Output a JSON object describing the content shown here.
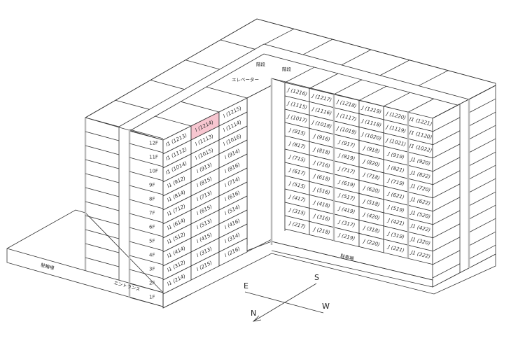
{
  "floors": [
    "12F",
    "11F",
    "10F",
    "9F",
    "8F",
    "7F",
    "6F",
    "5F",
    "4F",
    "3F",
    "2F",
    "1F"
  ],
  "wing_i": {
    "columns": [
      {
        "units": [
          "I1 (1213)",
          "I1 (1112)",
          "I1 (1014)",
          "I1 (912)",
          "I1 (814)",
          "I1 (712)",
          "I1 (614)",
          "I1 (512)",
          "I1 (414)",
          "I1 (312)",
          "I1 (214)"
        ]
      },
      {
        "units": [
          "I (1214)",
          "I (1113)",
          "I (1015)",
          "I (913)",
          "I (815)",
          "I (713)",
          "I (615)",
          "I (513)",
          "I (415)",
          "I (313)",
          "I (215)"
        ]
      },
      {
        "units": [
          "I (1215)",
          "I (1114)",
          "I (1016)",
          "I (914)",
          "I (816)",
          "I (714)",
          "I (616)",
          "I (514)",
          "I (416)",
          "I (314)",
          "I (216)"
        ]
      }
    ],
    "highlight_unit": "I (1214)",
    "highlight_color": "#f7c6d0"
  },
  "wing_j": {
    "columns": [
      {
        "units": [
          "J (1216)",
          "J (1115)",
          "J (1017)",
          "J (915)",
          "J (817)",
          "J (715)",
          "J (617)",
          "J (515)",
          "J (417)",
          "J (315)",
          "J (217)"
        ]
      },
      {
        "units": [
          "J (1217)",
          "J (1116)",
          "J (1018)",
          "J (916)",
          "J (818)",
          "J (716)",
          "J (618)",
          "J (516)",
          "J (418)",
          "J (316)",
          "J (218)"
        ]
      },
      {
        "units": [
          "J (1218)",
          "J (1117)",
          "J (1019)",
          "J (917)",
          "J (819)",
          "J (717)",
          "J (619)",
          "J (517)",
          "J (419)",
          "J (317)",
          "J (219)"
        ]
      },
      {
        "units": [
          "J (1219)",
          "J (1118)",
          "J (1020)",
          "J (918)",
          "J (820)",
          "J (718)",
          "J (620)",
          "J (518)",
          "J (420)",
          "J (318)",
          "J (220)"
        ]
      },
      {
        "units": [
          "J (1220)",
          "J (1119)",
          "J (1021)",
          "J (919)",
          "J (821)",
          "J (719)",
          "J (621)",
          "J (519)",
          "J (421)",
          "J (319)",
          "J (221)"
        ]
      },
      {
        "units": [
          "J1 (1221)",
          "J1 (1120)",
          "J1 (1022)",
          "J1 (920)",
          "J1 (822)",
          "J1 (720)",
          "J1 (622)",
          "J1 (520)",
          "J1 (422)",
          "J1 (320)",
          "J1 (222)"
        ]
      }
    ]
  },
  "labels": {
    "stairs_1": "階段",
    "stairs_2": "階段",
    "elevator": "エレベーター",
    "bicycle_parking": "駐輪場",
    "entrance": "エントランス",
    "car_parking": "駐車場"
  },
  "compass": {
    "east": "E",
    "south": "S",
    "west": "W",
    "north": "N"
  }
}
